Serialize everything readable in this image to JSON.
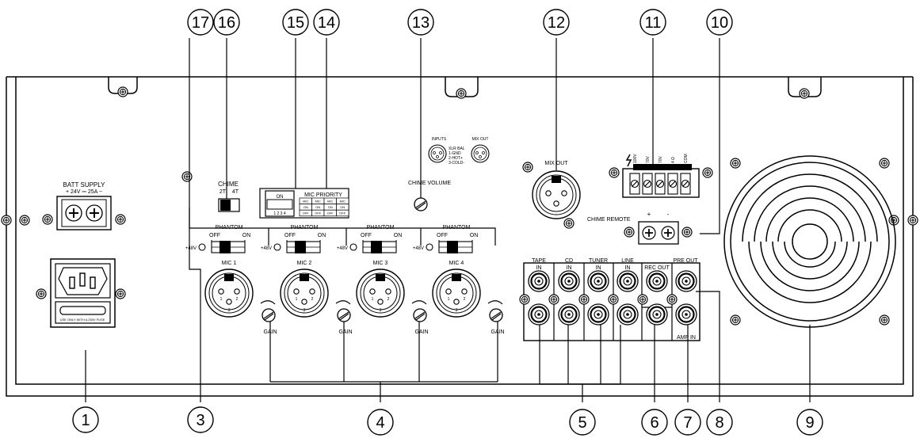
{
  "callouts": {
    "c1": "1",
    "c3": "3",
    "c4": "4",
    "c5": "5",
    "c6": "6",
    "c7": "7",
    "c8": "8",
    "c9": "9",
    "c10": "10",
    "c11": "11",
    "c12": "12",
    "c13": "13",
    "c14": "14",
    "c15": "15",
    "c16": "16",
    "c17": "17"
  },
  "batt": {
    "title": "BATT SUPPLY",
    "sub": "+ 24V ⎓ 25A −"
  },
  "ac": {
    "note": "USE ONLY WITH A 250V FUSE"
  },
  "chime": {
    "label": "CHIME",
    "t2": "2T",
    "t4": "4T"
  },
  "dip": {
    "on": "ON",
    "nums": "1  2  3  4"
  },
  "mic_priority": {
    "title": "MIC PRIORITY",
    "rows": [
      [
        "MIC",
        "MIC",
        "MIC",
        "MIC"
      ],
      [
        "ON",
        "ON",
        "ON",
        "ON"
      ],
      [
        "OFF",
        "OFF",
        "OFF",
        "OFF"
      ]
    ]
  },
  "chime_volume": "CHIME VOLUME",
  "xlr_legend": {
    "inputs": "INPUTS",
    "mixout": "MIX OUT",
    "l1": "XLR BAL",
    "l2": "1-GND",
    "l3": "2-HOT+",
    "l4": "3-COLD-"
  },
  "mix_out": "MIX OUT",
  "speaker": {
    "t1": "100V",
    "t2": "70V",
    "t3": "70V",
    "t4": "4 Ω",
    "t5": "COM"
  },
  "chime_remote": {
    "label": "CHIME REMOTE",
    "plus": "+",
    "minus": "-"
  },
  "mics": [
    {
      "phantom": "PHANTOM",
      "off": "OFF",
      "on": "ON",
      "v48": "+48V",
      "name": "MIC 1",
      "gain": "GAIN",
      "pins": [
        "1",
        "2",
        "3"
      ]
    },
    {
      "phantom": "PHANTOM",
      "off": "OFF",
      "on": "ON",
      "v48": "+48V",
      "name": "MIC 2",
      "gain": "GAIN",
      "pins": [
        "1",
        "2",
        "3"
      ]
    },
    {
      "phantom": "PHANTOM",
      "off": "OFF",
      "on": "ON",
      "v48": "+48V",
      "name": "MIC 3",
      "gain": "GAIN",
      "pins": [
        "1",
        "2",
        "3"
      ]
    },
    {
      "phantom": "PHANTOM",
      "off": "OFF",
      "on": "ON",
      "v48": "+48V",
      "name": "MIC 4",
      "gain": "GAIN",
      "pins": [
        "1",
        "2",
        "3"
      ]
    }
  ],
  "rca": {
    "tape": "TAPE",
    "cd": "CD",
    "tuner": "TUNER",
    "line": "LINE",
    "in": "IN",
    "rec_out": "REC OUT",
    "pre_out": "PRE OUT",
    "amp_in": "AMP IN"
  }
}
